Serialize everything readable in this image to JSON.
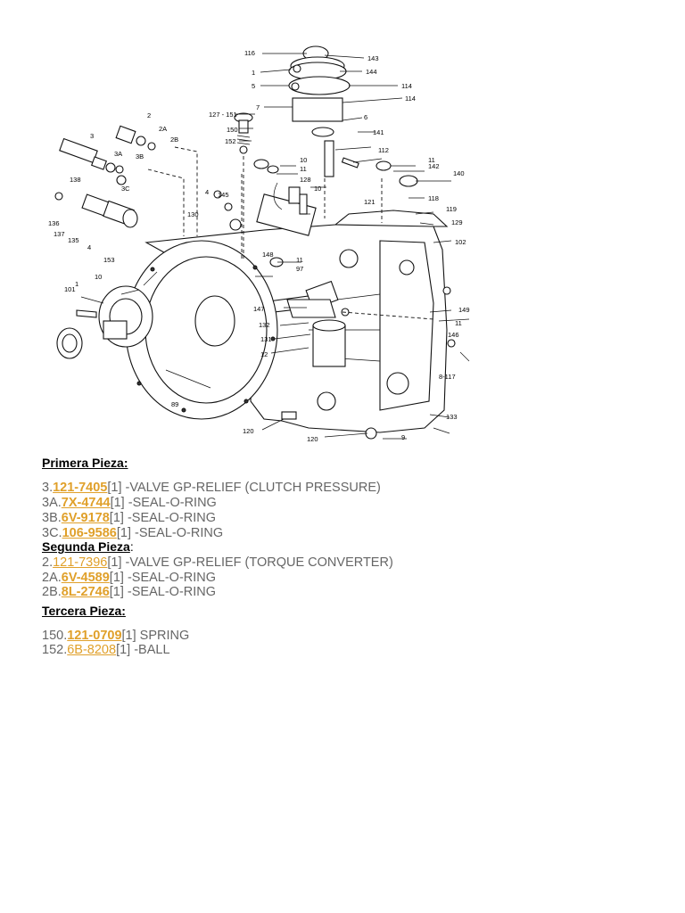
{
  "diagram": {
    "callouts": [
      "116",
      "143",
      "1",
      "144",
      "5",
      "114",
      "7",
      "114",
      "6",
      "127 - 151",
      "2",
      "2A",
      "2B",
      "3",
      "3A",
      "3B",
      "3C",
      "150",
      "152",
      "141",
      "112",
      "10",
      "11",
      "140",
      "138",
      "136",
      "137",
      "135",
      "4",
      "4",
      "145",
      "130",
      "128",
      "10",
      "11",
      "142",
      "121",
      "118",
      "119",
      "129",
      "102",
      "153",
      "1",
      "101",
      "10",
      "11",
      "97",
      "148",
      "147",
      "132",
      "131",
      "12",
      "149",
      "11",
      "146",
      "8-117",
      "89",
      "120",
      "120",
      "9",
      "133"
    ]
  },
  "sections": [
    {
      "heading": "Primera Pieza:",
      "items": [
        {
          "index": "3.",
          "code": "121-7405",
          "qty": "[1]",
          "desc": " -VALVE GP-RELIEF (CLUTCH PRESSURE)"
        },
        {
          "index": "3A.",
          "code": "7X-4744",
          "qty": "[1]",
          "desc": " -SEAL-O-RING"
        },
        {
          "index": "3B.",
          "code": "6V-9178",
          "qty": "[1]",
          "desc": " -SEAL-O-RING"
        },
        {
          "index": "3C.",
          "code": "106-9586",
          "qty": "[1]",
          "desc": " -SEAL-O-RING"
        }
      ]
    },
    {
      "heading_main": "Segunda Pieza",
      "heading_colon": ":",
      "items": [
        {
          "index": "2.",
          "code": "121-7396",
          "qty": "[1]",
          "desc": " -VALVE GP-RELIEF (TORQUE CONVERTER)"
        },
        {
          "index": "2A.",
          "code": "6V-4589",
          "qty": "[1]",
          "desc": " -SEAL-O-RING"
        },
        {
          "index": "2B.",
          "code": "8L-2746",
          "qty": "[1]",
          "desc": " -SEAL-O-RING"
        }
      ]
    },
    {
      "heading": "Tercera Pieza:",
      "items": [
        {
          "index": "150.",
          "code": "121-0709",
          "qty": "[1]",
          "desc": " SPRING"
        },
        {
          "index": "152.",
          "code": "6B-8208",
          "qty": "[1]",
          "desc": " -BALL"
        }
      ]
    }
  ]
}
